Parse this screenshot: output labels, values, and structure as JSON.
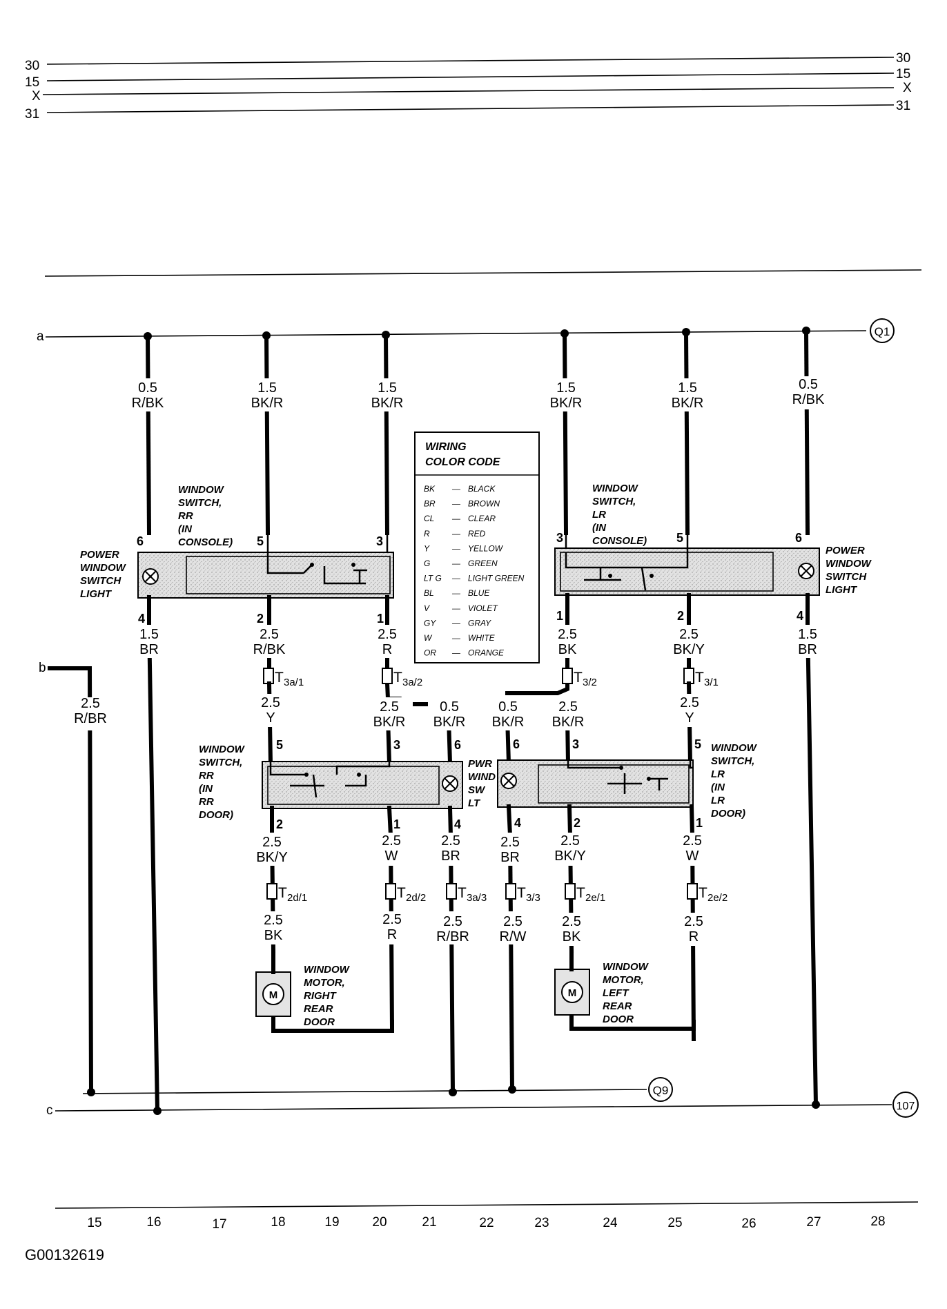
{
  "bus_lines": [
    {
      "left": "30",
      "right": "30"
    },
    {
      "left": "15",
      "right": "15"
    },
    {
      "left": "X",
      "right": "X"
    },
    {
      "left": "31",
      "right": "31"
    }
  ],
  "rails": {
    "a": "a",
    "b": "b",
    "c": "c"
  },
  "ground_refs": {
    "q1": "Q1",
    "q9": "Q9",
    "g107": "107"
  },
  "top_wires": [
    {
      "gauge": "0.5",
      "color": "R/BK"
    },
    {
      "gauge": "1.5",
      "color": "BK/R"
    },
    {
      "gauge": "1.5",
      "color": "BK/R"
    },
    {
      "gauge": "1.5",
      "color": "BK/R"
    },
    {
      "gauge": "1.5",
      "color": "BK/R"
    },
    {
      "gauge": "0.5",
      "color": "R/BK"
    }
  ],
  "console_rr": {
    "title": [
      "WINDOW",
      "SWITCH,",
      "RR",
      "(IN",
      "CONSOLE)"
    ],
    "pins_top": [
      "6",
      "5",
      "3"
    ],
    "pins_bottom": [
      "4",
      "2",
      "1"
    ]
  },
  "console_lr": {
    "title": [
      "WINDOW",
      "SWITCH,",
      "LR",
      "(IN",
      "CONSOLE)"
    ],
    "pins_top": [
      "3",
      "5",
      "6"
    ],
    "pins_bottom": [
      "1",
      "2",
      "4"
    ]
  },
  "light_label_left": [
    "POWER",
    "WINDOW",
    "SWITCH",
    "LIGHT"
  ],
  "light_label_right": [
    "POWER",
    "WINDOW",
    "SWITCH",
    "LIGHT"
  ],
  "legend": {
    "title": [
      "WIRING",
      "COLOR CODE"
    ],
    "rows": [
      {
        "code": "BK",
        "name": "BLACK"
      },
      {
        "code": "BR",
        "name": "BROWN"
      },
      {
        "code": "CL",
        "name": "CLEAR"
      },
      {
        "code": "R",
        "name": "RED"
      },
      {
        "code": "Y",
        "name": "YELLOW"
      },
      {
        "code": "G",
        "name": "GREEN"
      },
      {
        "code": "LT G",
        "name": "LIGHT GREEN"
      },
      {
        "code": "BL",
        "name": "BLUE"
      },
      {
        "code": "V",
        "name": "VIOLET"
      },
      {
        "code": "GY",
        "name": "GRAY"
      },
      {
        "code": "W",
        "name": "WHITE"
      },
      {
        "code": "OR",
        "name": "ORANGE"
      }
    ]
  },
  "mid_wires_1": [
    {
      "gauge": "1.5",
      "color": "BR"
    },
    {
      "gauge": "2.5",
      "color": "R/BK"
    },
    {
      "gauge": "2.5",
      "color": "R"
    },
    {
      "gauge": "2.5",
      "color": "BK"
    },
    {
      "gauge": "2.5",
      "color": "BK/Y"
    },
    {
      "gauge": "1.5",
      "color": "BR"
    }
  ],
  "b_wire": {
    "gauge": "2.5",
    "color": "R/BR"
  },
  "connectors_1": [
    {
      "main": "T",
      "sub": "3a/1"
    },
    {
      "main": "T",
      "sub": "3a/2"
    },
    {
      "main": "T",
      "sub": "3/2"
    },
    {
      "main": "T",
      "sub": "3/1"
    }
  ],
  "mid_wires_2": [
    {
      "gauge": "2.5",
      "color": "Y"
    },
    {
      "gauge": "2.5",
      "color": "BK/R"
    },
    {
      "gauge": "0.5",
      "color": "BK/R"
    },
    {
      "gauge": "0.5",
      "color": "BK/R"
    },
    {
      "gauge": "2.5",
      "color": "BK/R"
    },
    {
      "gauge": "2.5",
      "color": "Y"
    }
  ],
  "door_rr": {
    "title": [
      "WINDOW",
      "SWITCH,",
      "RR",
      "(IN",
      "RR",
      "DOOR)"
    ],
    "pins_top": [
      "5",
      "3",
      "6"
    ],
    "pins_bottom": [
      "2",
      "1",
      "4"
    ]
  },
  "door_lr": {
    "title": [
      "WINDOW",
      "SWITCH,",
      "LR",
      "(IN",
      "LR",
      "DOOR)"
    ],
    "pins_top": [
      "6",
      "3",
      "5"
    ],
    "pins_bottom": [
      "4",
      "2",
      "1"
    ]
  },
  "pwr_wind_label": [
    "PWR",
    "WIND",
    "SW",
    "LT"
  ],
  "low_wires_1": [
    {
      "gauge": "2.5",
      "color": "BK/Y"
    },
    {
      "gauge": "2.5",
      "color": "W"
    },
    {
      "gauge": "2.5",
      "color": "BR"
    },
    {
      "gauge": "2.5",
      "color": "BR"
    },
    {
      "gauge": "2.5",
      "color": "BK/Y"
    },
    {
      "gauge": "2.5",
      "color": "W"
    }
  ],
  "connectors_2": [
    {
      "main": "T",
      "sub": "2d/1"
    },
    {
      "main": "T",
      "sub": "2d/2"
    },
    {
      "main": "T",
      "sub": "3a/3"
    },
    {
      "main": "T",
      "sub": "3/3"
    },
    {
      "main": "T",
      "sub": "2e/1"
    },
    {
      "main": "T",
      "sub": "2e/2"
    }
  ],
  "low_wires_2": [
    {
      "gauge": "2.5",
      "color": "BK"
    },
    {
      "gauge": "2.5",
      "color": "R"
    },
    {
      "gauge": "2.5",
      "color": "R/BR"
    },
    {
      "gauge": "2.5",
      "color": "R/W"
    },
    {
      "gauge": "2.5",
      "color": "BK"
    },
    {
      "gauge": "2.5",
      "color": "R"
    }
  ],
  "motor_rr": {
    "symbol": "M",
    "title": [
      "WINDOW",
      "MOTOR,",
      "RIGHT",
      "REAR",
      "DOOR"
    ]
  },
  "motor_lr": {
    "symbol": "M",
    "title": [
      "WINDOW",
      "MOTOR,",
      "LEFT",
      "REAR",
      "DOOR"
    ]
  },
  "columns": [
    "15",
    "16",
    "17",
    "18",
    "19",
    "20",
    "21",
    "22",
    "23",
    "24",
    "25",
    "26",
    "27",
    "28"
  ],
  "doc_id": "G00132619"
}
